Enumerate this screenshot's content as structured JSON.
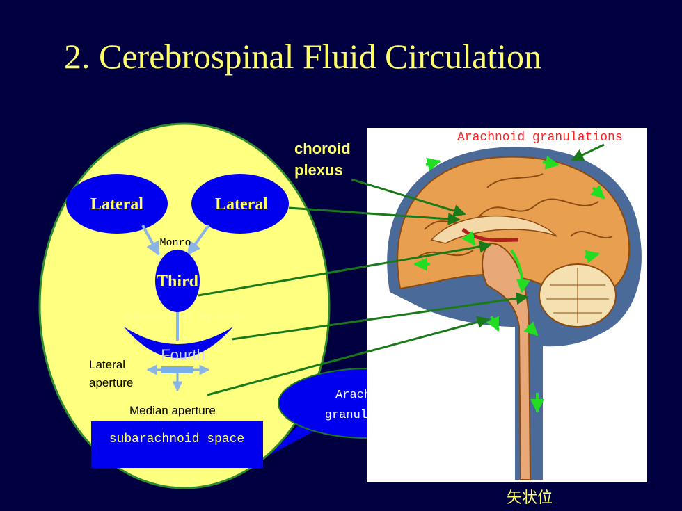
{
  "slide": {
    "title": "2. Cerebrospinal Fluid Circulation",
    "caption": "矢状位"
  },
  "flow_chart": {
    "lateral_left": "Lateral",
    "lateral_right": "Lateral",
    "monro": "Monro",
    "third": "Third",
    "aqueduct": "Aqueduct of Sylvius",
    "fourth": "Fourth",
    "lateral_aperture_line1": "Lateral",
    "lateral_aperture_line2": "aperture",
    "median_aperture": "Median aperture",
    "subarachnoid": "subarachnoid space"
  },
  "callout": {
    "line1": "Arachnoid",
    "line2": "granulations"
  },
  "brain_labels": {
    "choroid_line1": "choroid",
    "choroid_line2": "plexus",
    "arachnoid_top": "Arachnoid granulations"
  },
  "colors": {
    "background": "#000040",
    "oval": "#ffff80",
    "node": "#0000ee",
    "title": "#ffff66",
    "arrow": "#1a7a1a",
    "label_red": "#ff2020"
  }
}
